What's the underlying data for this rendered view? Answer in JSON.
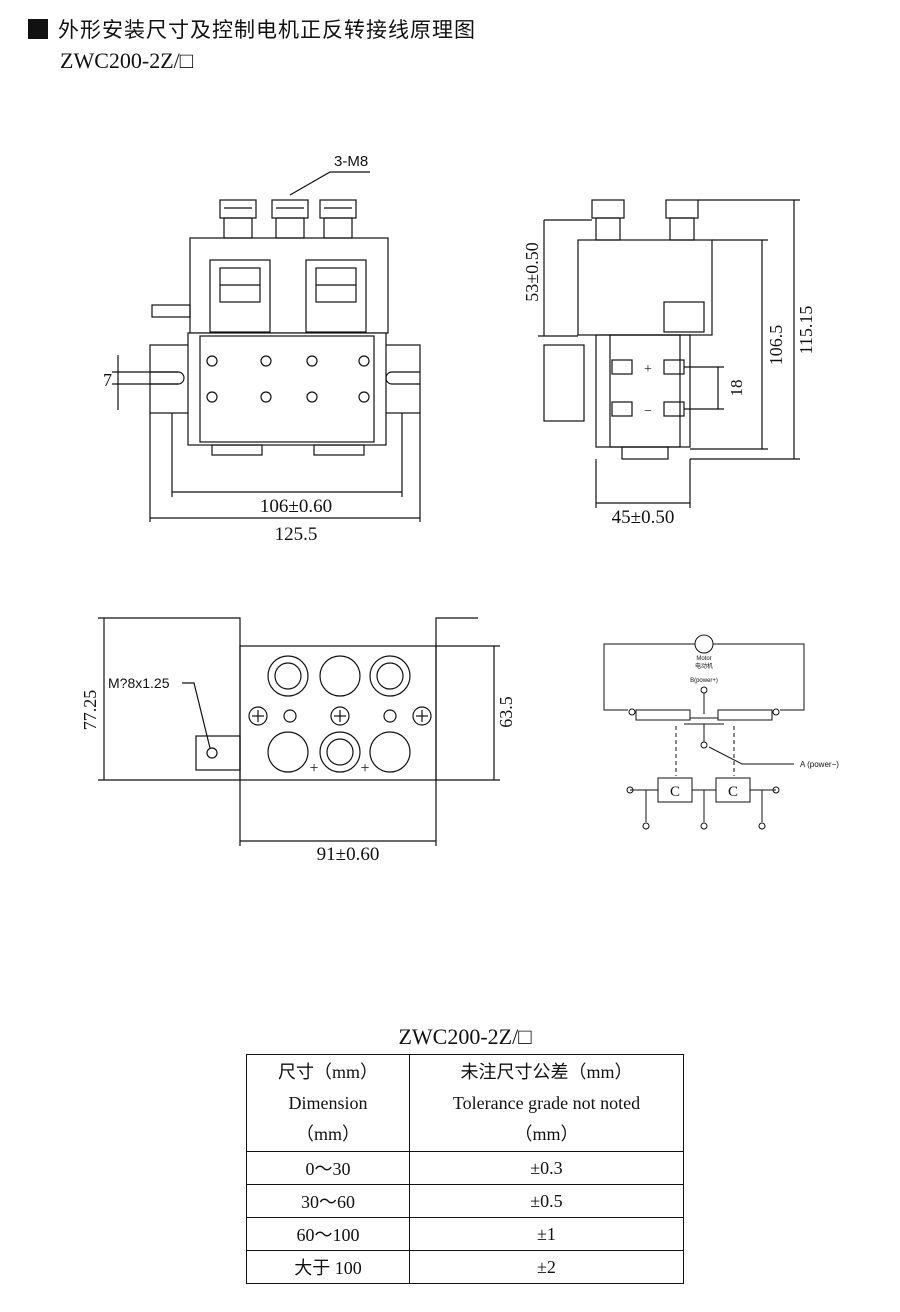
{
  "header": {
    "title": "外形安装尺寸及控制电机正反转接线原理图",
    "model": "ZWC200-2Z/□"
  },
  "front_view": {
    "thread_label": "3-M8",
    "dim_width_inner": "106±0.60",
    "dim_width_outer": "125.5",
    "dim_slot": "7"
  },
  "side_view": {
    "dim_top": "53±0.50",
    "dim_height": "106.5",
    "dim_total": "115.15",
    "dim_terminal_pitch": "18",
    "dim_depth": "45±0.50",
    "plus_sign": "+",
    "minus_sign": "−"
  },
  "top_view": {
    "thread_note": "M?8x1.25",
    "dim_height_total": "77.25",
    "dim_height_body": "63.5",
    "dim_width": "91±0.60",
    "plus_sign": "+"
  },
  "schematic": {
    "motor_en": "Motor",
    "motor_cn": "电动机",
    "node_b": "B(power+)",
    "node_a": "A (power−)",
    "coil_label": "C"
  },
  "table": {
    "caption": "ZWC200-2Z/□",
    "col1_header": [
      "尺寸（mm）",
      "Dimension",
      "（mm）"
    ],
    "col2_header": [
      "未注尺寸公差（mm）",
      "Tolerance grade not noted",
      "（mm）"
    ],
    "rows": [
      {
        "range": "0～30",
        "tolerance": "±0.3"
      },
      {
        "range": "30～60",
        "tolerance": "±0.5"
      },
      {
        "range": "60～100",
        "tolerance": "±1"
      },
      {
        "range": "大于 100",
        "tolerance": "±2"
      }
    ]
  }
}
